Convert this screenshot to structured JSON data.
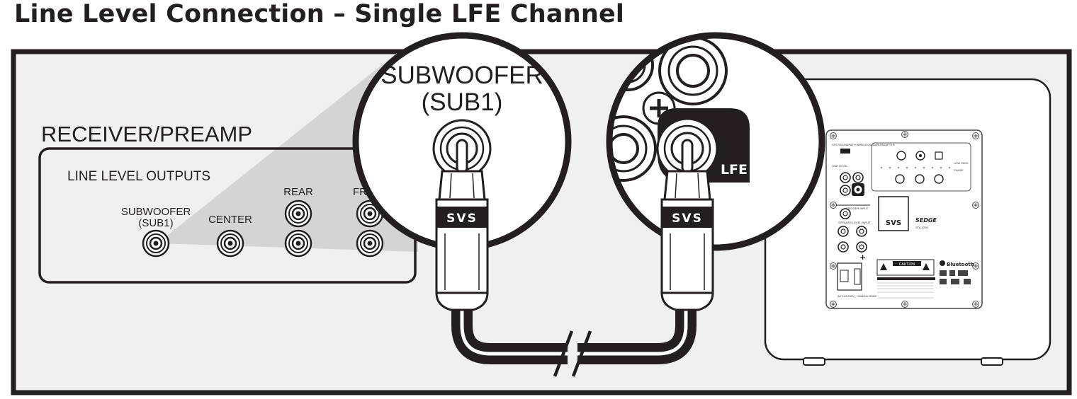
{
  "title": "Line Level Connection – Single LFE Channel",
  "receiver": {
    "label": "RECEIVER/PREAMP",
    "outputs_label": "LINE LEVEL OUTPUTS",
    "jacks": {
      "subwoofer_line1": "SUBWOOFER",
      "subwoofer_line2": "(SUB1)",
      "center": "CENTER",
      "rear": "REAR",
      "front": "FR"
    }
  },
  "zoom_left": {
    "line1": "SUBWOOFER",
    "line2": "(SUB1)"
  },
  "zoom_right": {
    "lfe_label": "LFE"
  },
  "cable": {
    "brand_left": "SVS",
    "brand_right": "SVS"
  },
  "subwoofer_panel": {
    "logo": "SVS",
    "model_line1": "SEDGE",
    "model_line2": "STA-3250",
    "caution": "CAUTION",
    "bluetooth": "Bluetooth",
    "line_level": "LINE LEVEL",
    "low_pass": "LOW PASS",
    "phase": "PHASE",
    "trigger_input": "TRIGGER INPUT",
    "speaker_level_input": "SPEAKER LEVEL INPUT",
    "wireless_header": "SVS SOUNDPATH WIRELESS AUDIO ADAPTER",
    "power_rating": "AC 120/230V ~ 50/60Hz  325W"
  }
}
